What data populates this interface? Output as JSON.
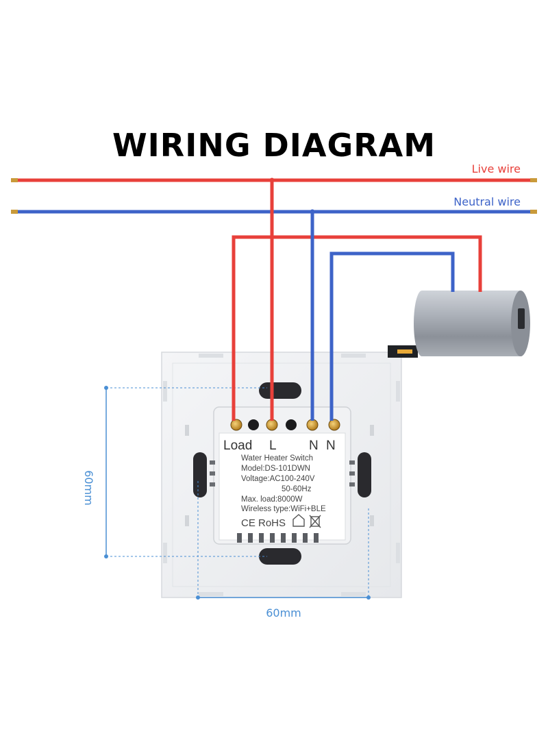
{
  "title": "WIRING DIAGRAM",
  "wires": {
    "live_label": "Live wire",
    "neutral_label": "Neutral wire",
    "live_color": "#e8403a",
    "neutral_color": "#3d63c8"
  },
  "terminals": {
    "load": "Load",
    "l": "L",
    "n1": "N",
    "n2": "N"
  },
  "module": {
    "line1": "Water Heater Switch",
    "line2": "Model:DS-101DWN",
    "line3": "Voltage:AC100-240V",
    "line4": "50-60Hz",
    "line5": "Max. load:8000W",
    "line6": "Wireless type:WiFi+BLE",
    "marks": "CE RoHS"
  },
  "dimensions": {
    "height": "60mm",
    "width": "60mm",
    "color": "#4a8fd4"
  },
  "appliance": "water-heater-icon"
}
